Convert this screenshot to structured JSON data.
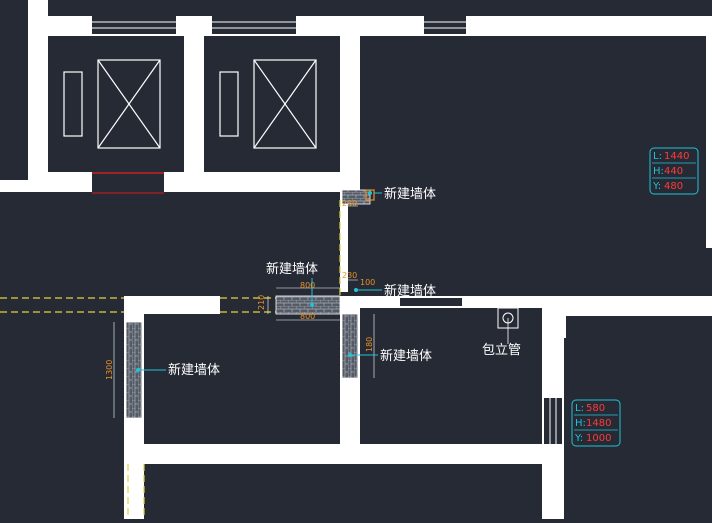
{
  "colors": {
    "background": "#252a35",
    "wall": "#ffffff",
    "dimension": "#e8912a",
    "leader": "#22c3d6",
    "hatch": "#555b66",
    "box_value": "#ff3b3b",
    "box_key": "#22c3d6",
    "edge_line": "#cf1f1f",
    "dashed": "#e6d23a"
  },
  "labels": {
    "new_wall_1": "新建墙体",
    "new_wall_2": "新建墙体",
    "new_wall_3": "新建墙体",
    "new_wall_4": "新建墙体",
    "new_wall_5": "新建墙体",
    "pipe": "包立管"
  },
  "dimensions": {
    "d_230_top": "230",
    "d_800_top": "800",
    "d_800_bottom": "800",
    "d_210": "210",
    "d_230_mid": "230",
    "d_100": "100",
    "d_180": "180",
    "d_1300": "1300"
  },
  "info_box_1": {
    "r1_key": "L:",
    "r1_val": "1440",
    "r2_key": "H:",
    "r2_val": "440",
    "r3_key": "Y:",
    "r3_val": "480"
  },
  "info_box_2": {
    "r1_key": "L:",
    "r1_val": "580",
    "r2_key": "H:",
    "r2_val": "1480",
    "r3_key": "Y:",
    "r3_val": "1000"
  }
}
